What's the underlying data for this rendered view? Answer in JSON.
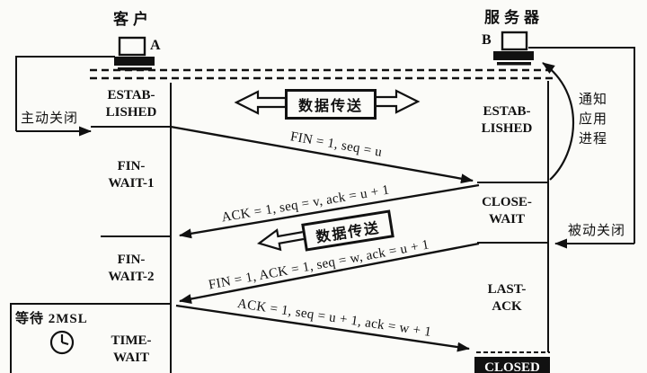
{
  "diagram_title": "TCP connection release (four-way handshake)",
  "client": {
    "title": "客户",
    "host_label": "A",
    "states": [
      "ESTAB-\nLISHED",
      "FIN-\nWAIT-1",
      "FIN-\nWAIT-2",
      "TIME-\nWAIT"
    ]
  },
  "server": {
    "title": "服务器",
    "host_label": "B",
    "states": [
      "ESTAB-\nLISHED",
      "CLOSE-\nWAIT",
      "LAST-\nACK",
      "CLOSED"
    ]
  },
  "annotations": {
    "active_close": "主动关闭",
    "passive_close": "被动关闭",
    "notify_app": "通知\n应用\n进程",
    "wait_2msl": "等待 2MSL",
    "data_transfer_top": "数据传送",
    "data_transfer_mid": "数据传送"
  },
  "segments": [
    {
      "label": "FIN = 1, seq = u",
      "from": "client",
      "to": "server"
    },
    {
      "label": "ACK = 1, seq = v, ack = u + 1",
      "from": "server",
      "to": "client"
    },
    {
      "label": "FIN = 1, ACK = 1, seq = w, ack = u + 1",
      "from": "server",
      "to": "client"
    },
    {
      "label": "ACK = 1, seq = u + 1, ack = w + 1",
      "from": "client",
      "to": "server"
    }
  ],
  "colors": {
    "ink": "#111111",
    "paper": "#fbfbf8",
    "closed_box_bg": "#111111",
    "closed_box_fg": "#ffffff"
  }
}
